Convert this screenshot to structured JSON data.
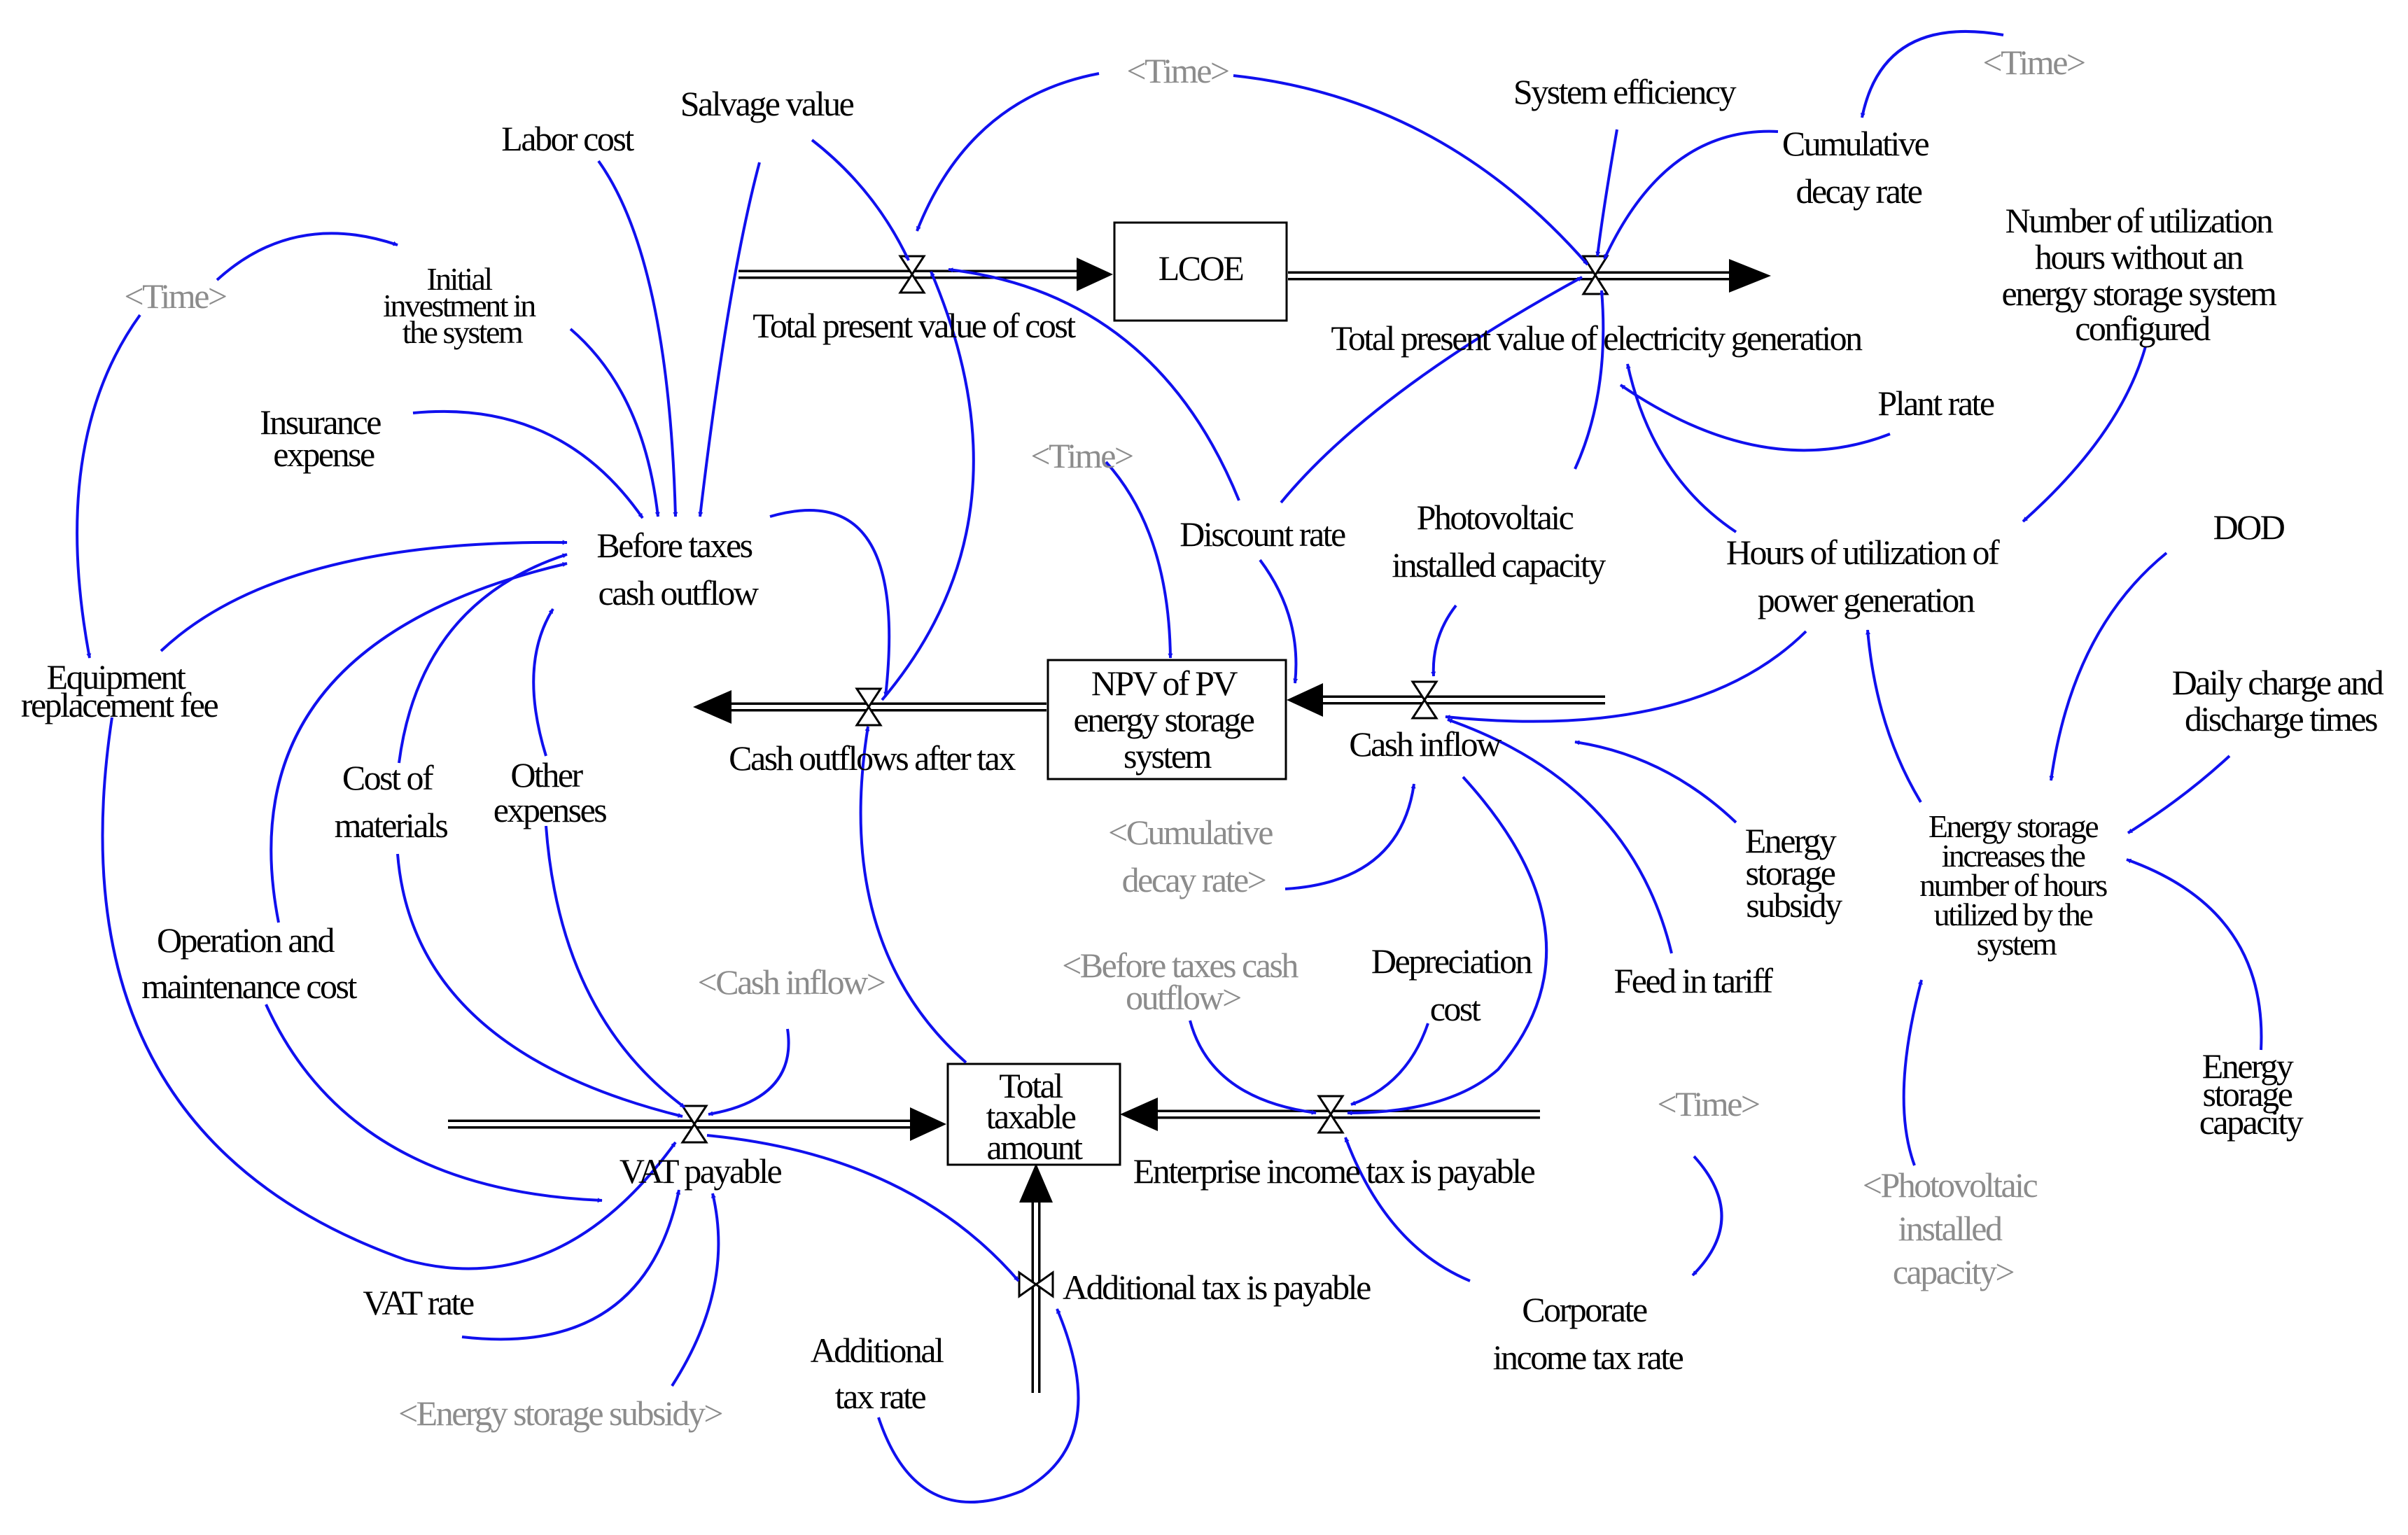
{
  "stocks": {
    "lcoe": [
      "LCOE"
    ],
    "npv": [
      "NPV of PV",
      "energy storage",
      "system"
    ],
    "taxable": [
      "Total",
      "taxable",
      "amount"
    ]
  },
  "flows": {
    "cost_pv": [
      "Total present value of cost"
    ],
    "elec_pv": [
      "Total present value of electricity generation"
    ],
    "cash_outflows_after_tax": [
      "Cash outflows after tax"
    ],
    "cash_inflow": [
      "Cash inflow"
    ],
    "vat_payable": [
      "VAT payable"
    ],
    "enterprise_income_tax": [
      "Enterprise income tax is payable"
    ],
    "additional_tax": [
      "Additional tax is payable"
    ]
  },
  "variables": {
    "salvage_value": [
      "Salvage value"
    ],
    "labor_cost": [
      "Labor cost"
    ],
    "initial_investment": [
      "Initial",
      "investment in",
      "the system"
    ],
    "insurance_expense": [
      "Insurance",
      "expense"
    ],
    "before_taxes_cash_outflow": [
      "Before taxes",
      "cash outflow"
    ],
    "equipment_replacement_fee": [
      "Equipment",
      "replacement fee"
    ],
    "cost_of_materials": [
      "Cost of",
      "materials"
    ],
    "other_expenses": [
      "Other",
      "expenses"
    ],
    "operation_maintenance_cost": [
      "Operation and",
      "maintenance cost"
    ],
    "vat_rate": [
      "VAT rate"
    ],
    "additional_tax_rate": [
      "Additional",
      "tax rate"
    ],
    "system_efficiency": [
      "System efficiency"
    ],
    "cumulative_decay_rate": [
      "Cumulative",
      "decay rate"
    ],
    "utilization_hours_without_storage": [
      "Number of utilization",
      "hours without an",
      "energy storage system",
      "configured"
    ],
    "plant_rate": [
      "Plant rate"
    ],
    "hours_of_utilization": [
      "Hours of utilization of",
      "power generation"
    ],
    "discount_rate": [
      "Discount rate"
    ],
    "pv_installed_capacity": [
      "Photovoltaic",
      "installed capacity"
    ],
    "dod": [
      "DOD"
    ],
    "daily_charge_discharge": [
      "Daily charge and",
      "discharge times"
    ],
    "storage_increases_hours": [
      "Energy storage",
      "increases the",
      "number of hours",
      "utilized by the",
      "system"
    ],
    "energy_storage_subsidy": [
      "Energy",
      "storage",
      "subsidy"
    ],
    "feed_in_tariff": [
      "Feed in tariff"
    ],
    "depreciation_cost": [
      "Depreciation",
      "cost"
    ],
    "corporate_income_tax_rate": [
      "Corporate",
      "income tax rate"
    ],
    "energy_storage_capacity": [
      "Energy",
      "storage",
      "capacity"
    ]
  },
  "shadows": {
    "time_top": [
      "<Time>"
    ],
    "time_top_right": [
      "<Time>"
    ],
    "time_left": [
      "<Time>"
    ],
    "time_mid": [
      "<Time>"
    ],
    "time_bottom": [
      "<Time>"
    ],
    "cumulative_decay_rate": [
      "<Cumulative",
      "decay rate>"
    ],
    "cash_inflow": [
      "<Cash inflow>"
    ],
    "before_taxes_cash_outflow": [
      "<Before taxes cash",
      "outflow>"
    ],
    "pv_installed_capacity": [
      "<Photovoltaic",
      "installed",
      "capacity>"
    ],
    "energy_storage_subsidy": [
      "<Energy storage subsidy>"
    ]
  },
  "colors": {
    "link": "#1010ee",
    "shadow_text": "#8c8c8c",
    "text": "#000000",
    "background": "#ffffff"
  }
}
